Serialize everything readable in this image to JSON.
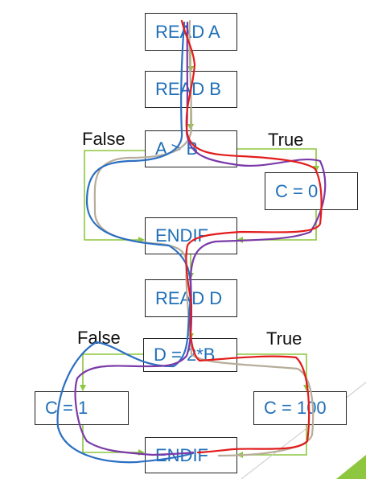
{
  "boxes": {
    "read_a": "READ A",
    "read_b": "READ B",
    "cond1": "A > B",
    "c_zero": "C = 0",
    "endif1": "ENDIF",
    "read_d": "READ D",
    "cond2": "D = 2*B",
    "c_one": "C = 1",
    "c_hundred": "C = 100",
    "endif2": "ENDIF"
  },
  "branch_labels": {
    "false1": "False",
    "true1": "True",
    "false2": "False",
    "true2": "True"
  },
  "colors": {
    "box_text": "#1f6fb8",
    "flow_line": "#8dc63f",
    "path_red": "#e31b1b",
    "path_blue": "#2b6fc2",
    "path_purple": "#7a3aa8",
    "path_tan": "#b8ad9a",
    "accent_corner": "#8dc63f"
  }
}
